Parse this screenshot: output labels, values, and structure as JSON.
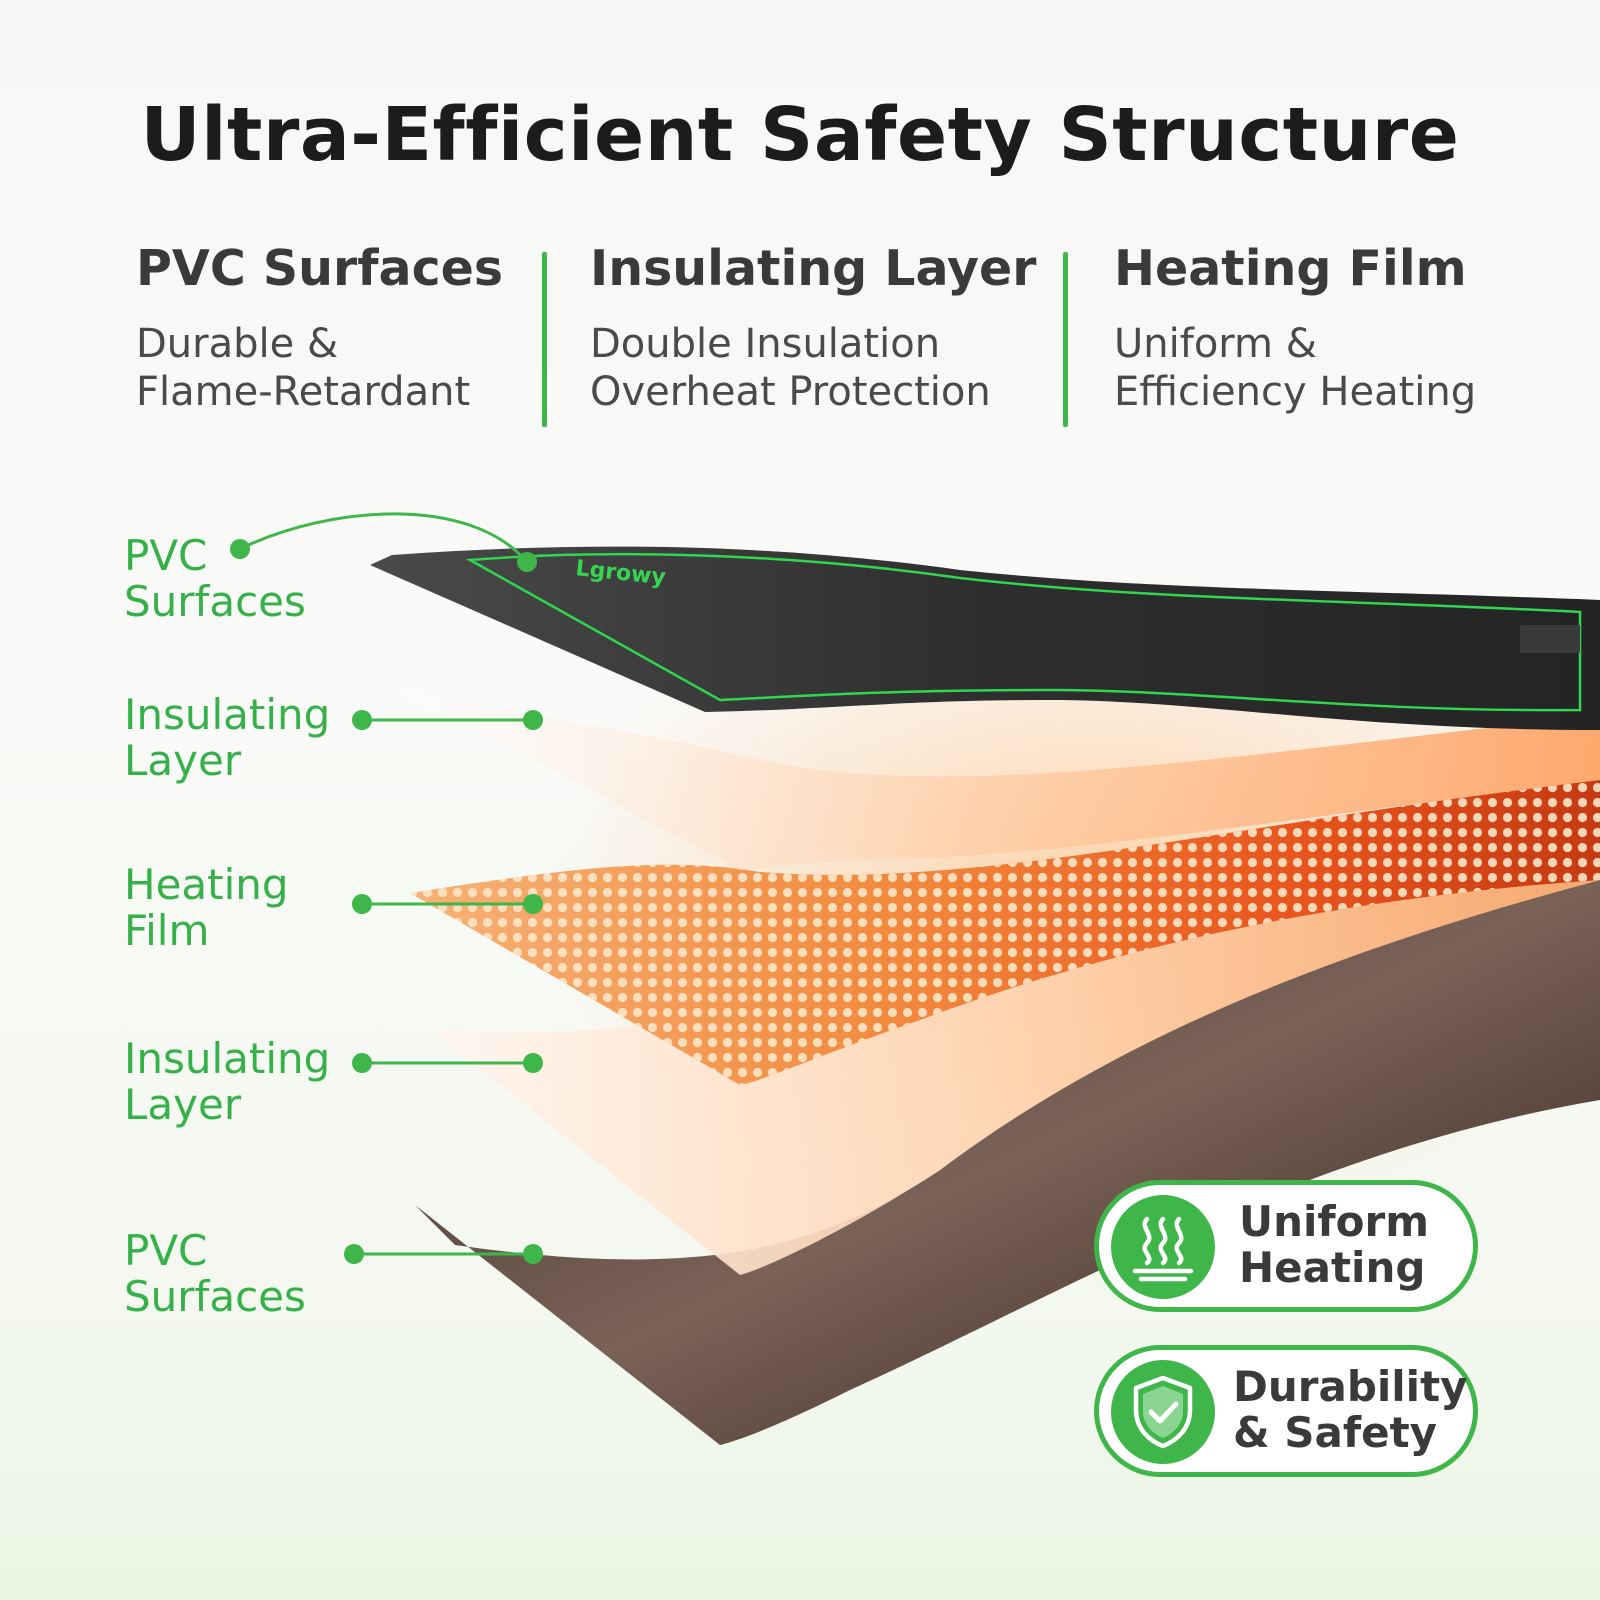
{
  "title": "Ultra-Efficient Safety Structure",
  "columns": [
    {
      "heading": "PVC Surfaces",
      "lines": [
        "Durable &",
        "Flame-Retardant"
      ]
    },
    {
      "heading": "Insulating Layer",
      "lines": [
        "Double Insulation",
        "Overheat Protection"
      ]
    },
    {
      "heading": "Heating Film",
      "lines": [
        "Uniform &",
        "Efficiency Heating"
      ]
    }
  ],
  "layers": [
    {
      "lines": [
        "PVC",
        "Surfaces"
      ]
    },
    {
      "lines": [
        "Insulating",
        "Layer"
      ]
    },
    {
      "lines": [
        "Heating",
        "Film"
      ]
    },
    {
      "lines": [
        "Insulating",
        "Layer"
      ]
    },
    {
      "lines": [
        "PVC",
        "Surfaces"
      ]
    }
  ],
  "product_print": "Lgrowy",
  "badges": [
    {
      "icon": "heat-waves-icon",
      "lines": [
        "Uniform",
        "Heating"
      ]
    },
    {
      "icon": "shield-check-icon",
      "lines": [
        "Durability",
        "& Safety"
      ]
    }
  ],
  "colors": {
    "accent": "#3fb64a",
    "heading": "#1c1c1c",
    "pvc": "#2f2f2f",
    "heat": "#f07a2c"
  }
}
